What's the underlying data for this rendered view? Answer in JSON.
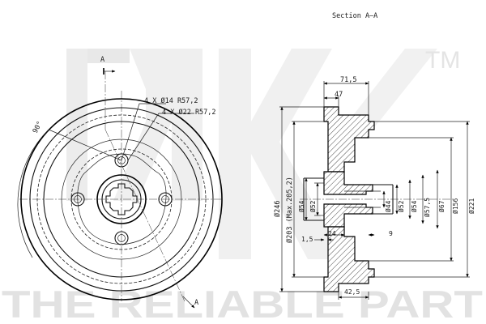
{
  "section_title": "Section A–A",
  "section_marker": "A",
  "angle_label": "90°",
  "callouts": {
    "holes_small": "4 X Ø14 R57,2",
    "holes_large": "4 X Ø22 R57,2"
  },
  "dimensions": {
    "d_71_5": "71,5",
    "d_47": "47",
    "d_246": "Ø246",
    "d_203": "Ø203 (Max.205,2)",
    "d_54_left": "Ø54",
    "d_52_left": "Ø52",
    "d_44": "Ø44",
    "d_52_right": "Ø52",
    "d_54_right": "Ø54",
    "d_57_5": "Ø57,5",
    "d_67": "Ø67",
    "d_156": "Ø156",
    "d_221": "Ø221",
    "d_1_5": "1,5",
    "d_24": "24",
    "d_9": "9",
    "d_42_5": "42,5"
  },
  "watermark": {
    "tagline": "THE RELIABLE PART",
    "tm": "TM"
  }
}
